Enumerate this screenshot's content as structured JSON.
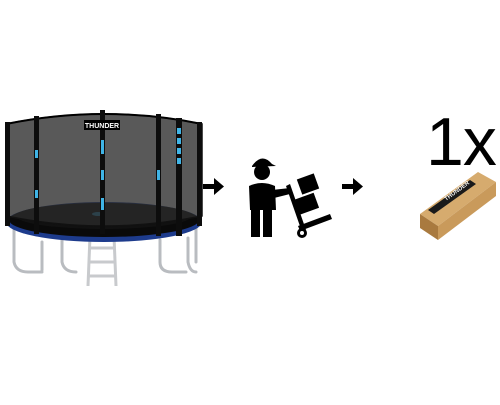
{
  "quantity_label": "1x",
  "brand_label": "THUNDER",
  "icons": {
    "trampoline": "trampoline-with-safety-net",
    "arrow": "arrow-right-icon",
    "courier": "delivery-person-with-hand-truck-icon",
    "package": "cardboard-box-package"
  },
  "colors": {
    "net": "#1c1c1c",
    "pole_accent": "#3fb4e6",
    "mat": "#0b0b0b",
    "frame": "#1d3b8c",
    "legs": "#b9bcc0",
    "box": "#c99a5b",
    "box_dark": "#a97a3f",
    "ink": "#000000"
  }
}
